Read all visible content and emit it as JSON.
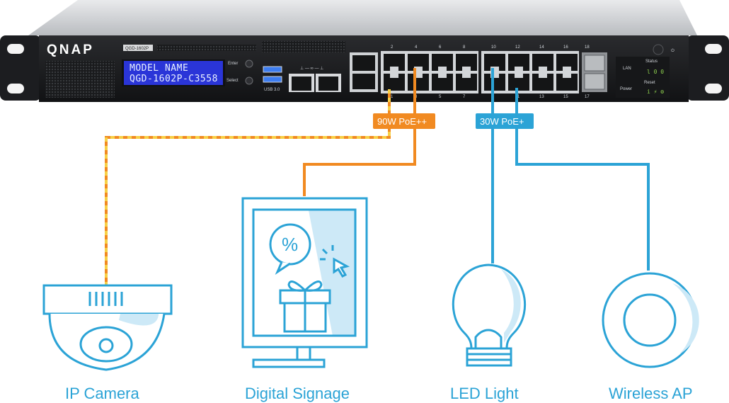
{
  "switch": {
    "brand": "QNAP",
    "model_tag": "QGD-1602P",
    "lcd_line1": "MODEL NAME",
    "lcd_line2": "QGD-1602P-C3558",
    "enter_label": "Enter",
    "select_label": "Select",
    "usb_label": "USB 3.0",
    "port_numbers_top": [
      "2",
      "4",
      "6",
      "8",
      "10",
      "12",
      "14",
      "16",
      "18"
    ],
    "port_numbers_bottom": [
      "1",
      "3",
      "5",
      "7",
      "9",
      "11",
      "13",
      "15",
      "17"
    ],
    "status_labels": [
      "Status",
      "LAN",
      "Reset",
      "Power"
    ]
  },
  "poe_badges": {
    "orange": {
      "label": "90W PoE++",
      "color": "#f18a21"
    },
    "blue": {
      "label": "30W PoE+",
      "color": "#2ba3d6"
    }
  },
  "devices": [
    {
      "label": "IP Camera",
      "icon": "ip-camera-icon"
    },
    {
      "label": "Digital Signage",
      "icon": "digital-signage-icon"
    },
    {
      "label": "LED Light",
      "icon": "led-light-icon"
    },
    {
      "label": "Wireless AP",
      "icon": "wireless-ap-icon"
    }
  ],
  "colors": {
    "accent_blue": "#2ba3d6",
    "accent_orange": "#f18a21",
    "camera_link_yellow": "#f7d046",
    "lcd_blue": "#2a35d8",
    "chassis": "#1b1c1e"
  }
}
